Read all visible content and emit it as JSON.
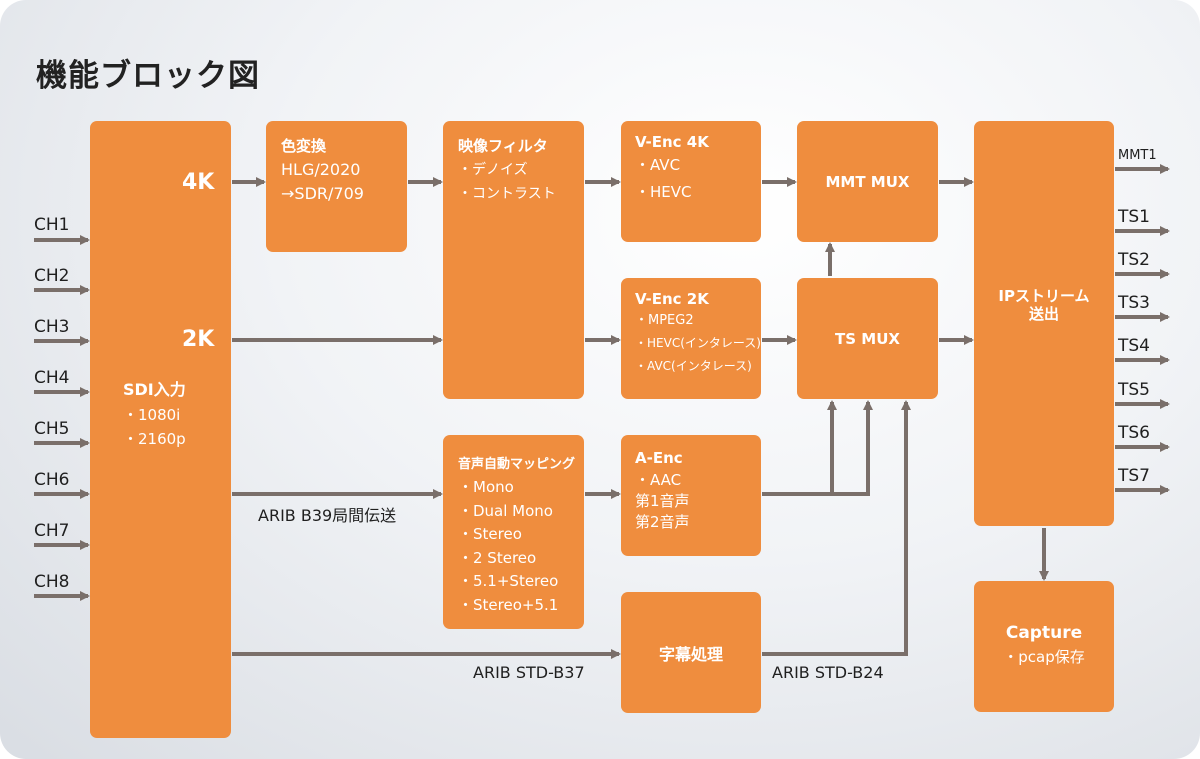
{
  "title": "機能ブロック図",
  "inputs": [
    "CH1",
    "CH2",
    "CH3",
    "CH4",
    "CH5",
    "CH6",
    "CH7",
    "CH8"
  ],
  "sdi": {
    "label_4k": "4K",
    "label_2k": "2K",
    "title": "SDI入力",
    "items": [
      "・1080i",
      "・2160p"
    ]
  },
  "color_conv": {
    "title": "色変換",
    "items": [
      "HLG/2020",
      "→SDR/709"
    ]
  },
  "video_filter": {
    "title": "映像フィルタ",
    "items": [
      "・デノイズ",
      "・コントラスト"
    ]
  },
  "venc4k": {
    "title": "V-Enc 4K",
    "items": [
      "・AVC",
      "・HEVC"
    ]
  },
  "venc2k": {
    "title": "V-Enc 2K",
    "items": [
      "・MPEG2",
      "・HEVC(インタレース)",
      "・AVC(インタレース)"
    ]
  },
  "audio_map": {
    "title": "音声自動マッピング",
    "items": [
      "・Mono",
      "・Dual Mono",
      "・Stereo",
      "・2 Stereo",
      "・5.1+Stereo",
      "・Stereo+5.1"
    ]
  },
  "aenc": {
    "title": "A-Enc",
    "items": [
      "・AAC",
      "第1音声",
      "第2音声"
    ]
  },
  "caption": {
    "title": "字幕処理"
  },
  "mmt_mux": {
    "title": "MMT MUX"
  },
  "ts_mux": {
    "title": "TS MUX"
  },
  "ip_stream": {
    "title": "IPストリーム",
    "title2": "送出"
  },
  "capture": {
    "title": "Capture",
    "items": [
      "・pcap保存"
    ]
  },
  "outputs": [
    "MMT1",
    "TS1",
    "TS2",
    "TS3",
    "TS4",
    "TS5",
    "TS6",
    "TS7"
  ],
  "edge_labels": {
    "arib_b39": "ARIB B39局間伝送",
    "arib_b37": "ARIB STD-B37",
    "arib_b24": "ARIB STD-B24"
  },
  "colors": {
    "box": "#ef8d3e",
    "arrow": "#7a6f6a",
    "text": "#1f1f1f"
  }
}
